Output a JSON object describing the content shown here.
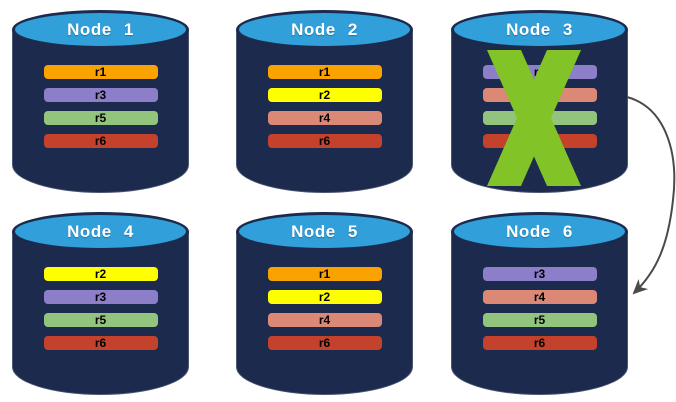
{
  "background": "#FFFFFF",
  "palette": {
    "cylinder_body": "#1C2B4D",
    "cylinder_top_fill": "#319FD9",
    "title_text": "#FFFFFF",
    "bar_label_text": "#000000",
    "failure_x": "#82C327",
    "arrow_stroke": "#4A4A4A"
  },
  "nodes": [
    {
      "title": "Node 1",
      "failed": false,
      "replicas": [
        {
          "label": "r1",
          "color": "#FAA200"
        },
        {
          "label": "r3",
          "color": "#8C7EC8"
        },
        {
          "label": "r5",
          "color": "#93C47D"
        },
        {
          "label": "r6",
          "color": "#C4422C"
        }
      ]
    },
    {
      "title": "Node 2",
      "failed": false,
      "replicas": [
        {
          "label": "r1",
          "color": "#FAA200"
        },
        {
          "label": "r2",
          "color": "#FFFF00"
        },
        {
          "label": "r4",
          "color": "#DC8877"
        },
        {
          "label": "r6",
          "color": "#C4422C"
        }
      ]
    },
    {
      "title": "Node 3",
      "failed": true,
      "replicas": [
        {
          "label": "r3",
          "color": "#8C7EC8"
        },
        {
          "label": "r4",
          "color": "#DC8877"
        },
        {
          "label": "r5",
          "color": "#93C47D"
        },
        {
          "label": "r6",
          "color": "#C4422C"
        }
      ]
    },
    {
      "title": "Node 4",
      "failed": false,
      "replicas": [
        {
          "label": "r2",
          "color": "#FFFF00"
        },
        {
          "label": "r3",
          "color": "#8C7EC8"
        },
        {
          "label": "r5",
          "color": "#93C47D"
        },
        {
          "label": "r6",
          "color": "#C4422C"
        }
      ]
    },
    {
      "title": "Node 5",
      "failed": false,
      "replicas": [
        {
          "label": "r1",
          "color": "#FAA200"
        },
        {
          "label": "r2",
          "color": "#FFFF00"
        },
        {
          "label": "r4",
          "color": "#DC8877"
        },
        {
          "label": "r6",
          "color": "#C4422C"
        }
      ]
    },
    {
      "title": "Node 6",
      "failed": false,
      "replicas": [
        {
          "label": "r3",
          "color": "#8C7EC8"
        },
        {
          "label": "r4",
          "color": "#DC8877"
        },
        {
          "label": "r5",
          "color": "#93C47D"
        },
        {
          "label": "r6",
          "color": "#C4422C"
        }
      ]
    }
  ],
  "failover_arrow": {
    "from": "Node 3",
    "to": "Node 6"
  }
}
